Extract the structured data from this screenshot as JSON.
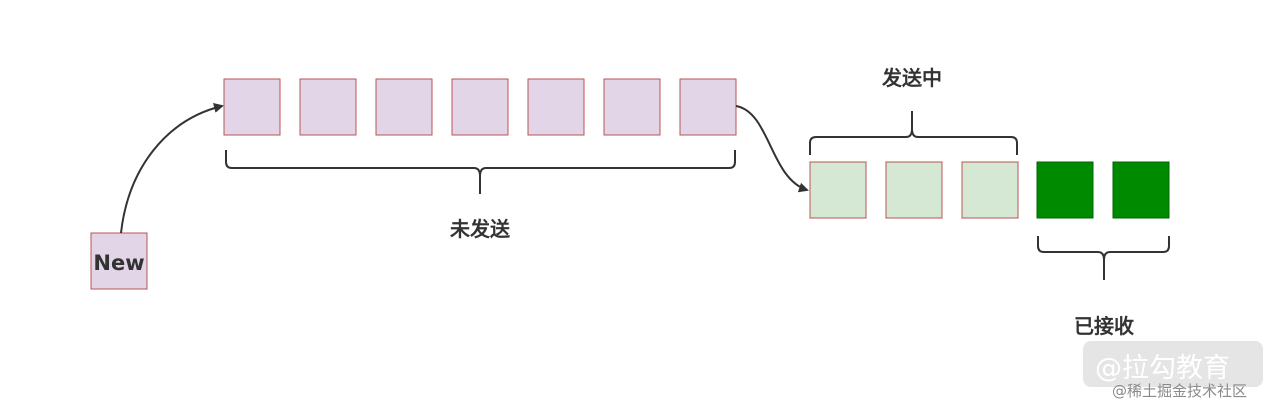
{
  "new_label": "New",
  "labels": {
    "unsent": "未发送",
    "sending": "发送中",
    "received": "已接收"
  },
  "counts": {
    "unsent": 7,
    "sending": 3,
    "received": 2
  },
  "colors": {
    "unsent_fill": "#e1d5e7",
    "sending_fill": "#d5e8d4",
    "received_fill": "#008a00",
    "box_border": "#b85450",
    "line": "#333333"
  },
  "watermark": {
    "main": "@拉勾教育",
    "sub": "@稀土掘金技术社区"
  }
}
